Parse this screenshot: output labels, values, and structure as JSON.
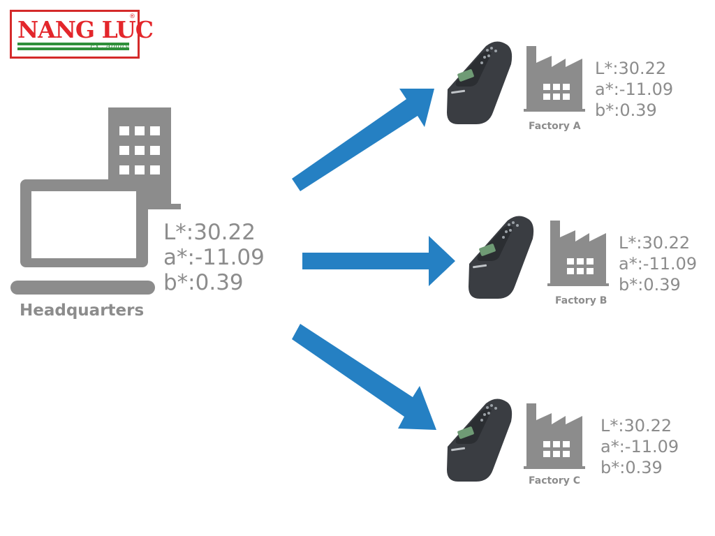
{
  "logo": {
    "text": "NANG LUC",
    "reg": "®",
    "sub": "Ex . Ability",
    "color_red": "#e3262b",
    "color_green": "#2f8f3a"
  },
  "headquarters": {
    "label": "Headquarters",
    "readout": {
      "L": "L*:30.22",
      "a": "a*:-11.09",
      "b": "b*:0.39"
    }
  },
  "factories": [
    {
      "label": "Factory A",
      "readout": {
        "L": "L*:30.22",
        "a": "a*:-11.09",
        "b": "b*:0.39"
      }
    },
    {
      "label": "Factory B",
      "readout": {
        "L": "L*:30.22",
        "a": "a*:-11.09",
        "b": "b*:0.39"
      }
    },
    {
      "label": "Factory C",
      "readout": {
        "L": "L*:30.22",
        "a": "a*:-11.09",
        "b": "b*:0.39"
      }
    }
  ],
  "colors": {
    "arrow": "#2580c3",
    "icon_gray": "#8c8c8c",
    "device_body": "#3a3d42"
  },
  "icons": [
    "laptop-icon",
    "office-building-icon",
    "factory-icon",
    "colorimeter-device-icon",
    "arrow-icon"
  ]
}
